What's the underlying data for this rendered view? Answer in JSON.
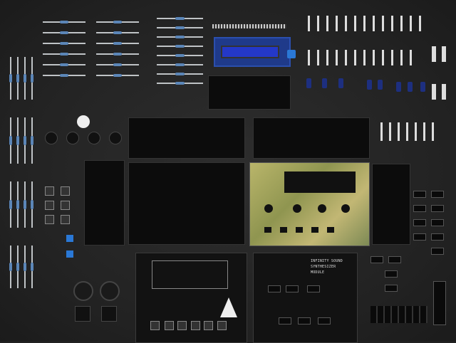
{
  "scene": {
    "description": "Top-down flat-lay photograph of an electronics DIY synthesizer kit laid out on a dark surface",
    "background_color": "#222222"
  },
  "components": {
    "lcd_module": {
      "type": "16x2 character LCD",
      "color": "#2438c8"
    },
    "pcb_left": {
      "type": "front panel PCB",
      "silkscreen_logo": "rocket"
    },
    "pcb_right": {
      "type": "main PCB",
      "silkscreen_text": [
        "INFINITY SOUND",
        "SYNTHESIZER",
        "MODULE"
      ]
    },
    "metal_panel": {
      "type": "gold/olive anodized metal faceplate"
    },
    "acrylic_panels": {
      "type": "black acrylic enclosure pieces"
    },
    "resistors": {
      "band_color": "#5b86b8"
    },
    "capacitors": {
      "color": "#1d2f80"
    }
  }
}
